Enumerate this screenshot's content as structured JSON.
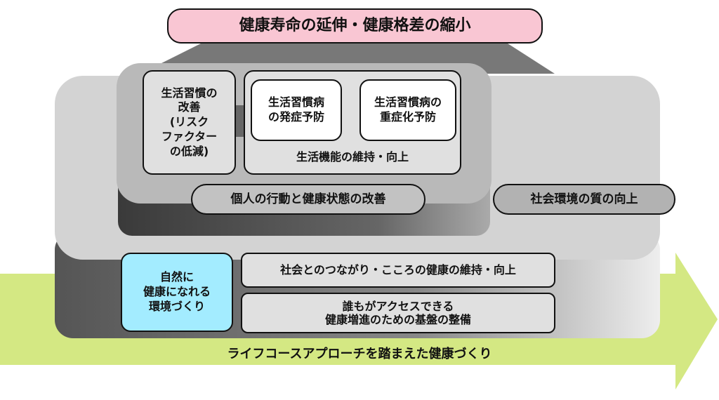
{
  "goal": "健康寿命の延伸・健康格差の縮小",
  "individual": {
    "lifestyle_improvement": [
      "生活習慣の",
      "改善",
      "(リスク",
      "ファクター",
      "の低減)"
    ],
    "onset_prevention": [
      "生活習慣病",
      "の発症予防"
    ],
    "severity_prevention": [
      "生活習慣病の",
      "重症化予防"
    ],
    "function_maintenance": "生活機能の維持・向上",
    "label": "個人の行動と健康状態の改善"
  },
  "social": {
    "label": "社会環境の質の向上",
    "natural_environment": [
      "自然に",
      "健康になれる",
      "環境づくり"
    ],
    "connection": "社会とのつながり・こころの健康の維持・向上",
    "infrastructure": [
      "誰もがアクセスできる",
      "健康増進のための基盤の整備"
    ]
  },
  "life_course": "ライフコースアプローチを踏まえた健康づくり",
  "colors": {
    "goal": "#f9c6d3",
    "arrow": "#d4e883",
    "natural": "#a3ecff"
  }
}
